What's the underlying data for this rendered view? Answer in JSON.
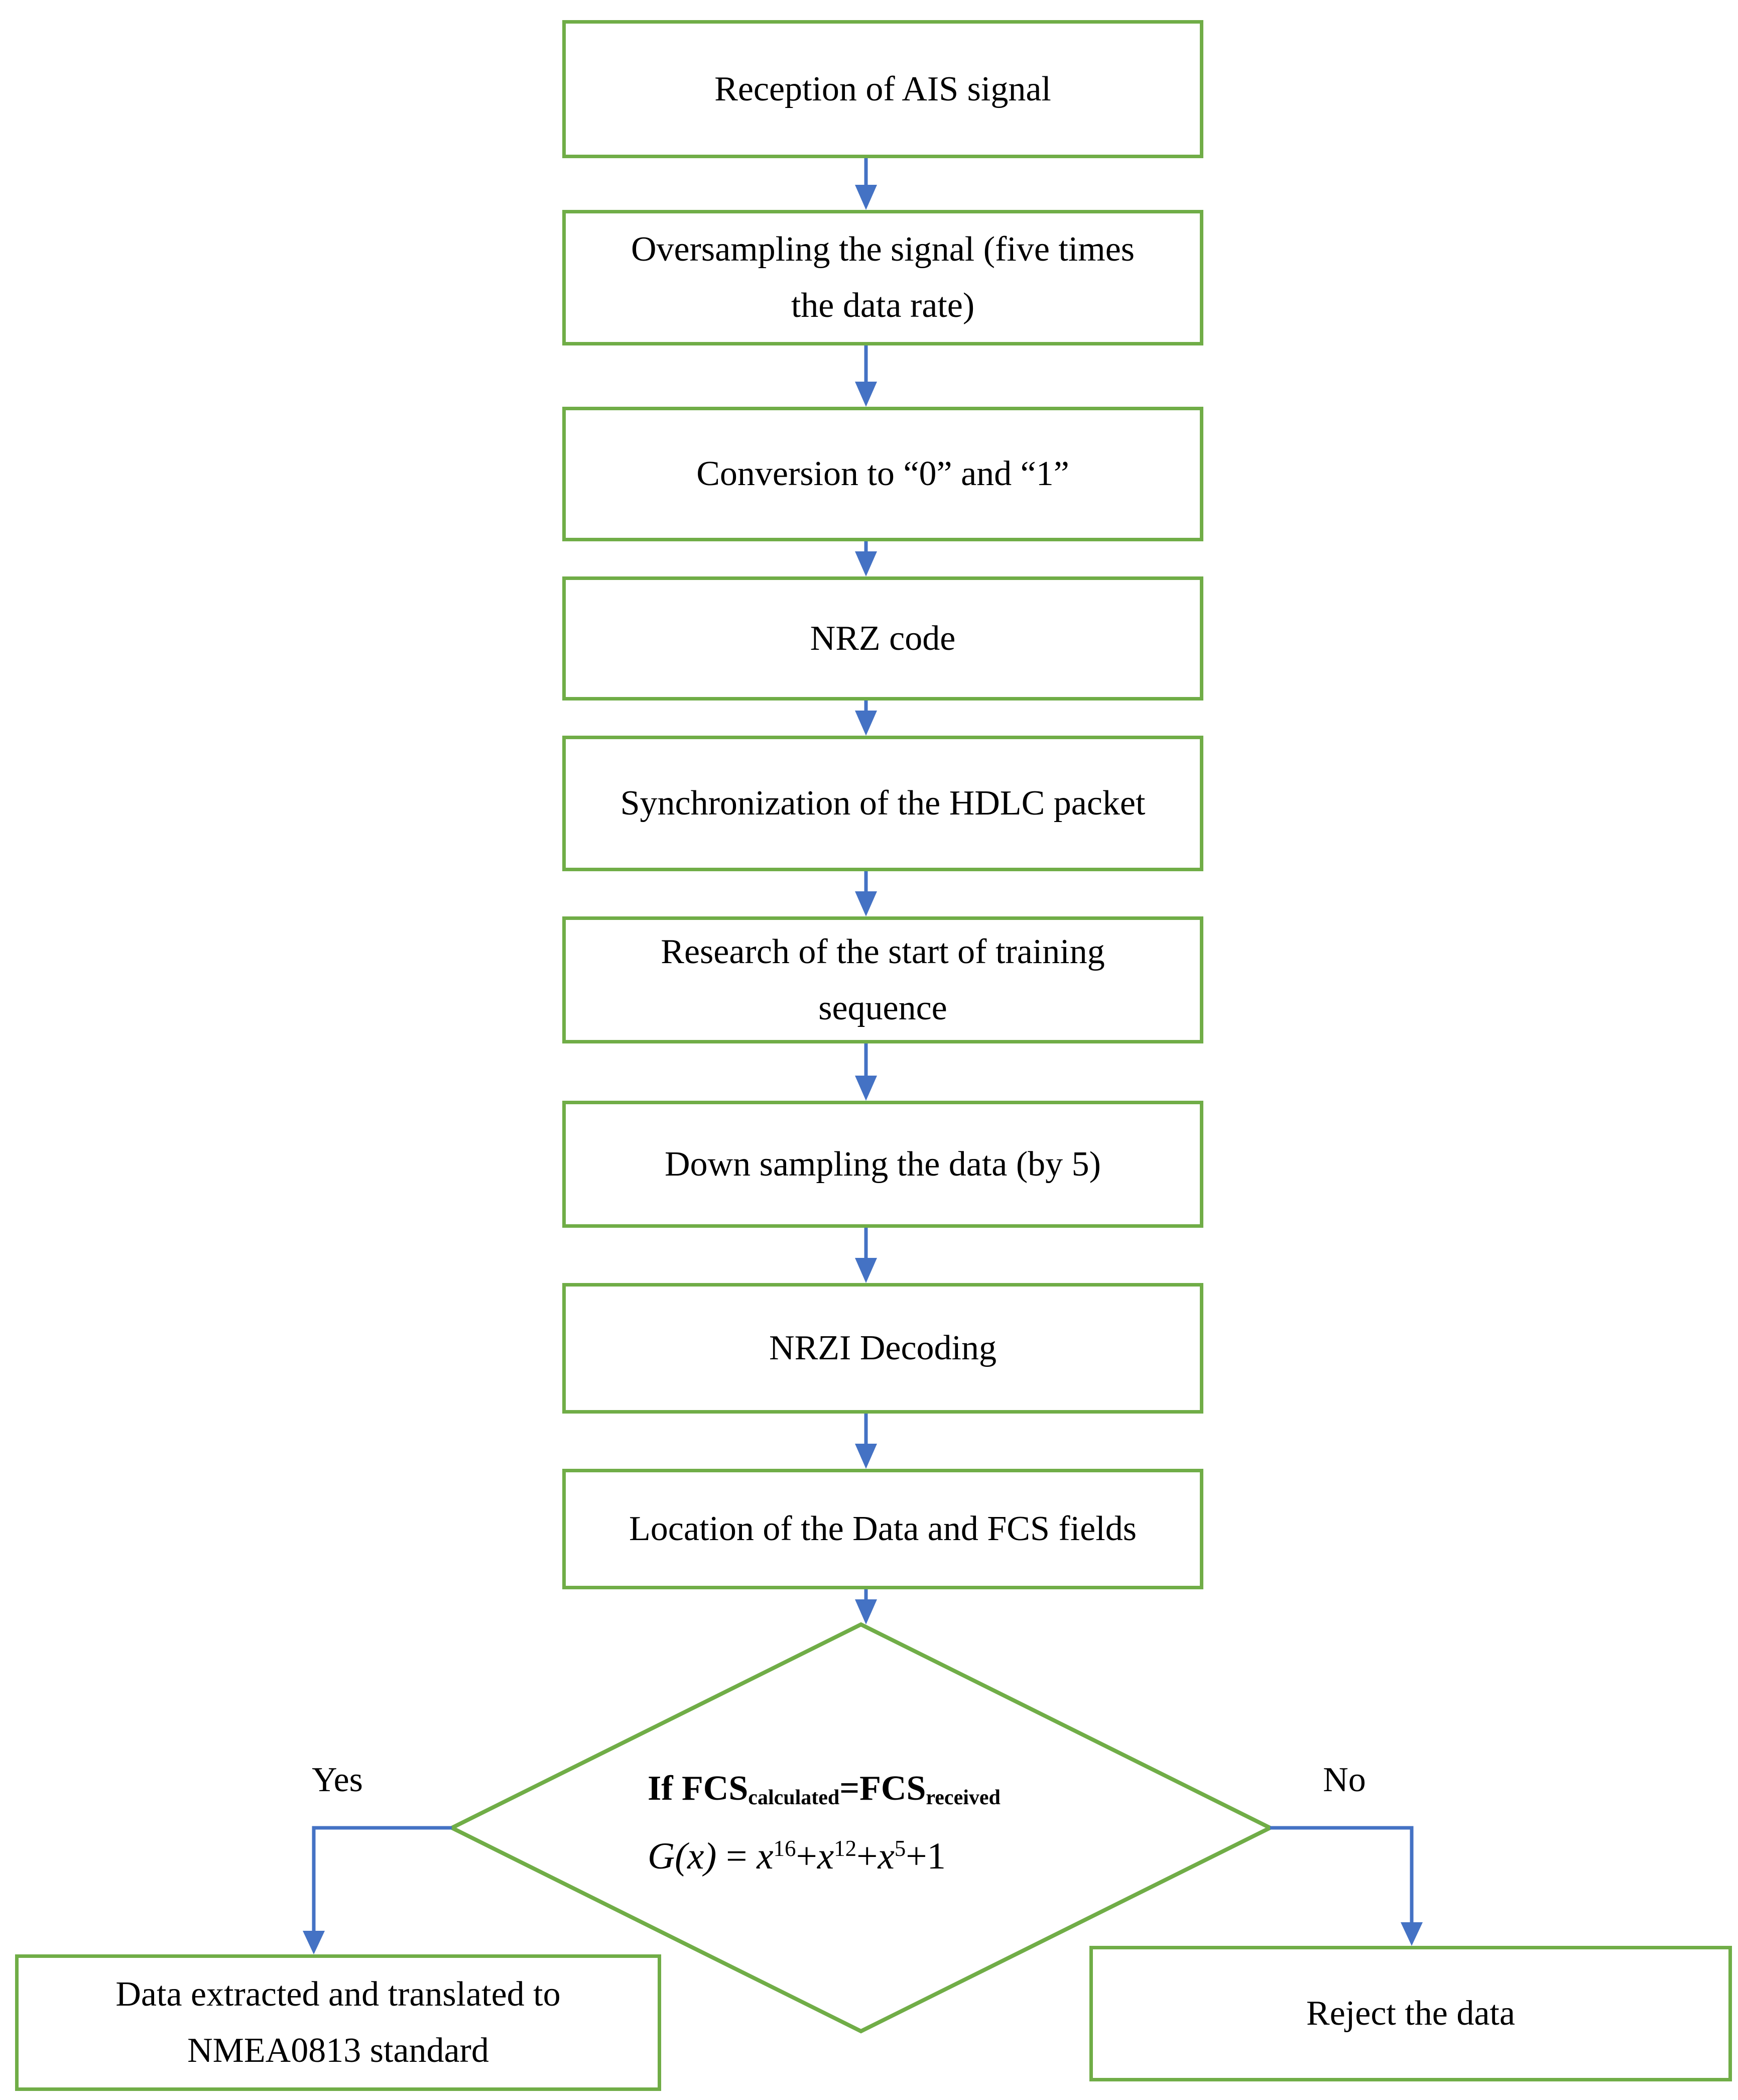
{
  "figure": {
    "type": "flowchart",
    "colors": {
      "shape_border": "#70AD47",
      "connector": "#4472C4",
      "text": "#000000",
      "background": "#FFFFFF"
    },
    "steps": [
      "Reception of AIS signal",
      "Oversampling the signal (five times the data rate)",
      "Conversion to “0” and “1”",
      "NRZ code",
      "Synchronization of the HDLC packet",
      "Research of the start of training sequence",
      "Down sampling the data (by 5)",
      "NRZI Decoding",
      "Location of the Data and FCS fields"
    ],
    "decision": {
      "condition_prefix": "If FCS",
      "condition_sub1": "calculated",
      "condition_mid": "=FCS",
      "condition_sub2": "received",
      "equation_parts": [
        "G(x)",
        " = ",
        "x",
        "16",
        "+",
        "x",
        "12",
        "+",
        "x",
        "5",
        "+1"
      ]
    },
    "yes_label": "Yes",
    "no_label": "No",
    "yes_outcome": "Data extracted and translated to NMEA0813 standard",
    "no_outcome": "Reject the data"
  }
}
